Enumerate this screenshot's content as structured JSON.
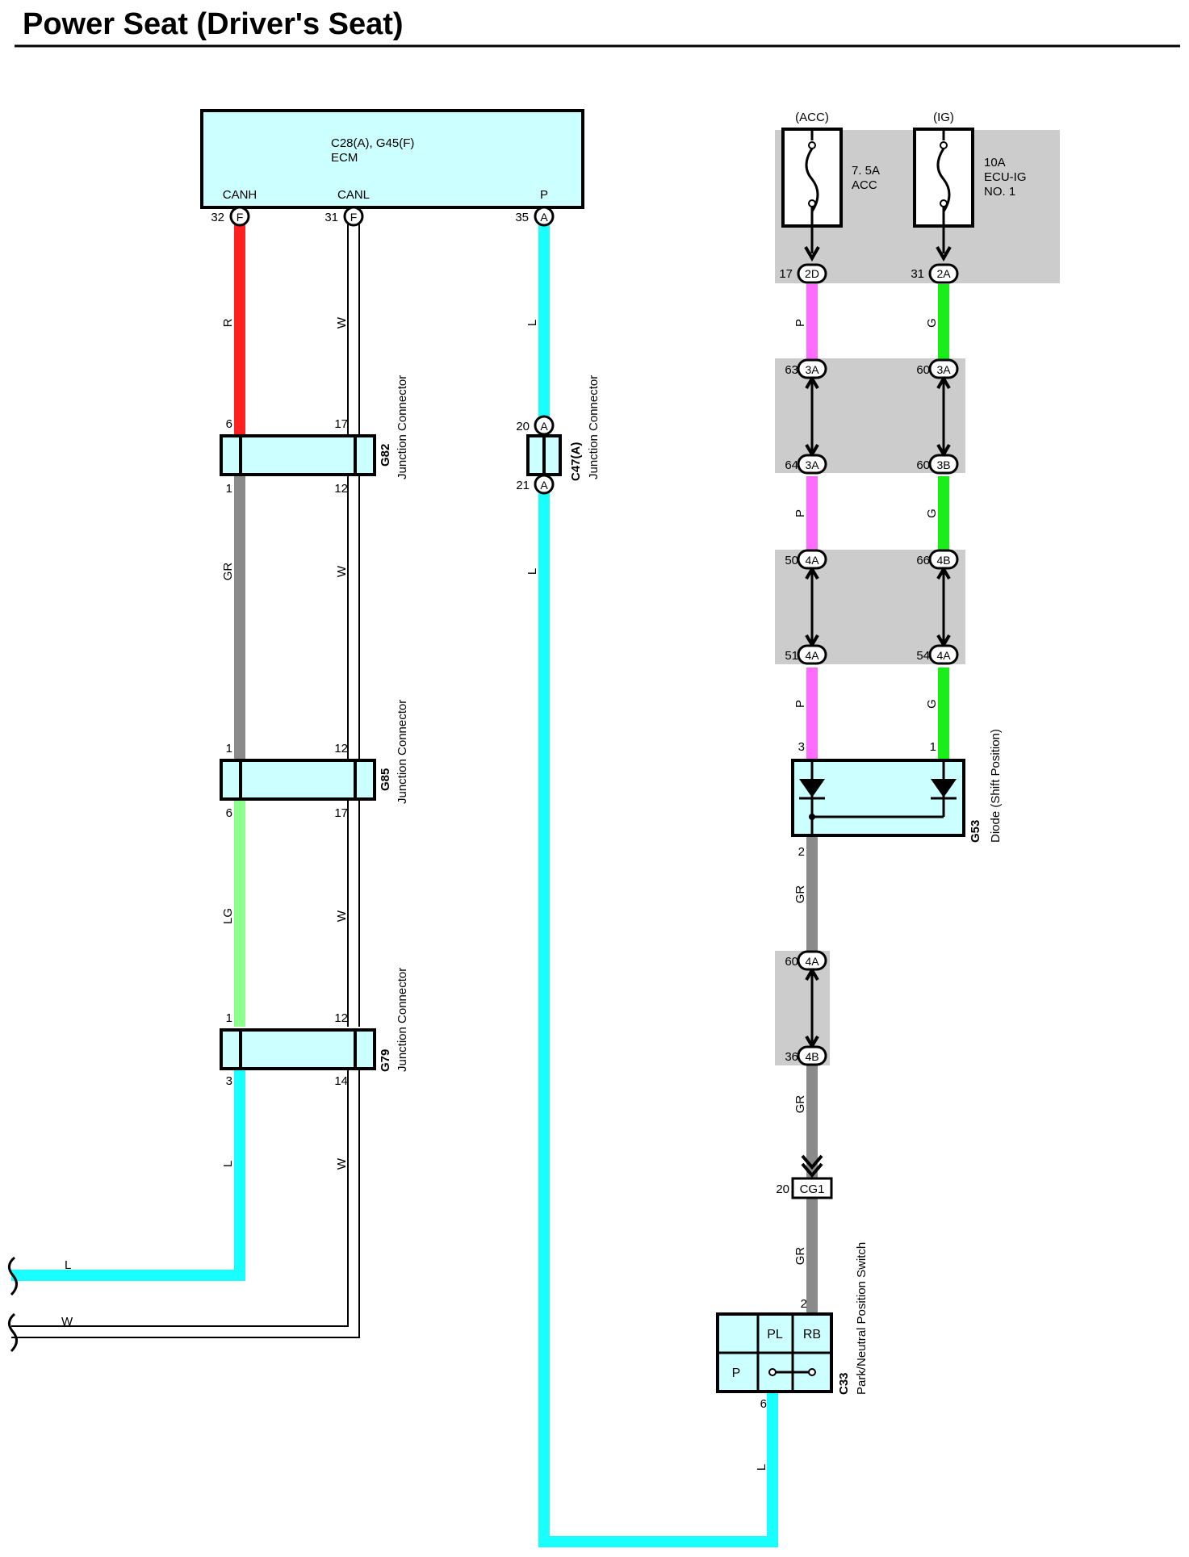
{
  "title": "Power Seat (Driver's Seat)",
  "colors": {
    "R": "#ff2020",
    "W": "#ffffff",
    "L": "#19ffff",
    "GR": "#8a8a8a",
    "LG": "#8cff8c",
    "P": "#ff6bff",
    "G": "#19ee19",
    "component_fill": "#ccffff",
    "junction_bg": "#cccccc"
  },
  "ecm": {
    "connectors": "C28(A), G45(F)",
    "name": "ECM",
    "pins": [
      {
        "label": "CANH",
        "num": "32",
        "conn": "F"
      },
      {
        "label": "CANL",
        "num": "31",
        "conn": "F"
      },
      {
        "label": "P",
        "num": "35",
        "conn": "A"
      }
    ]
  },
  "wires": {
    "canh_1": "R",
    "canl_1": "W",
    "p_1": "L",
    "canh_2": "GR",
    "canl_2": "W",
    "canh_3": "LG",
    "canl_3": "W",
    "canh_4": "L",
    "canl_4": "W",
    "p_2": "L",
    "acc_1": "P",
    "ig_1": "G",
    "acc_2": "P",
    "ig_2": "G",
    "acc_3": "P",
    "ig_3": "G",
    "diode_out_1": "GR",
    "diode_out_2": "GR",
    "diode_out_3": "GR",
    "switch_out": "L",
    "left_L": "L",
    "left_W": "W"
  },
  "junctions": {
    "g82": {
      "code": "G82",
      "name": "Junction Connector",
      "pin_tl": "6",
      "pin_tr": "17",
      "pin_bl": "1",
      "pin_br": "12"
    },
    "g85": {
      "code": "G85",
      "name": "Junction Connector",
      "pin_tl": "1",
      "pin_tr": "12",
      "pin_bl": "6",
      "pin_br": "17"
    },
    "g79": {
      "code": "G79",
      "name": "Junction Connector",
      "pin_tl": "1",
      "pin_tr": "12",
      "pin_bl": "3",
      "pin_br": "14"
    },
    "c47": {
      "code": "C47(A)",
      "name": "Junction Connector",
      "pin_t": "20",
      "pin_b": "21",
      "conn": "A"
    }
  },
  "fuses": {
    "acc": {
      "supply": "(ACC)",
      "rating": "7. 5A",
      "name": "ACC",
      "pin": "17",
      "conn": "2D"
    },
    "ig": {
      "supply": "(IG)",
      "rating": "10A",
      "name": "ECU-IG",
      "name2": "NO. 1",
      "pin": "31",
      "conn": "2A"
    }
  },
  "joints": {
    "a1": {
      "pin": "63",
      "conn": "3A"
    },
    "a2": {
      "pin": "64",
      "conn": "3A"
    },
    "b1": {
      "pin": "60",
      "conn": "3A"
    },
    "b2": {
      "pin": "60",
      "conn": "3B"
    },
    "a3": {
      "pin": "50",
      "conn": "4A"
    },
    "a4": {
      "pin": "51",
      "conn": "4A"
    },
    "b3": {
      "pin": "66",
      "conn": "4B"
    },
    "b4": {
      "pin": "54",
      "conn": "4A"
    },
    "c1": {
      "pin": "60",
      "conn": "4A"
    },
    "c2": {
      "pin": "36",
      "conn": "4B"
    }
  },
  "diode": {
    "code": "G53",
    "name": "Diode (Shift Position)",
    "pin_in_a": "3",
    "pin_in_b": "1",
    "pin_out": "2"
  },
  "cg1": {
    "pin": "20",
    "name": "CG1"
  },
  "switch": {
    "code": "C33",
    "name": "Park/Neutral Position Switch",
    "pin_in": "2",
    "pin_out": "6",
    "lbl_pl": "PL",
    "lbl_rb": "RB",
    "lbl_p": "P"
  }
}
